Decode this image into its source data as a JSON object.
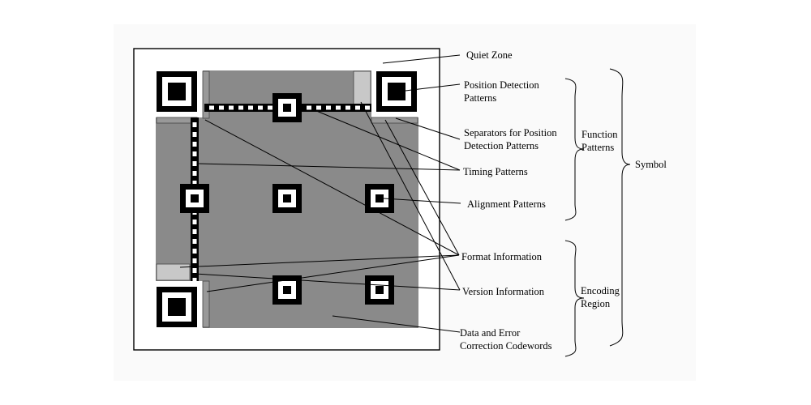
{
  "colors": {
    "background": "#ffffff",
    "panel": "#fafafa",
    "encoding_region": "#8a8a8a",
    "format_area": "#999999",
    "version_area": "#c8c8c8",
    "separator": "#b4b4b4",
    "pattern_dark": "#000000",
    "pattern_light": "#ffffff",
    "lines": "#000000"
  },
  "labels": {
    "quiet_zone": "Quiet Zone",
    "position_detection": "Position Detection\nPatterns",
    "separators": "Separators for Position\nDetection Patterns",
    "timing": "Timing Patterns",
    "alignment": "Alignment Patterns",
    "format_info": "Format Information",
    "version_info": "Version Information",
    "data_codewords": "Data and Error\nCorrection Codewords",
    "function_patterns": "Function\nPatterns",
    "encoding_region": "Encoding\nRegion",
    "symbol": "Symbol"
  }
}
